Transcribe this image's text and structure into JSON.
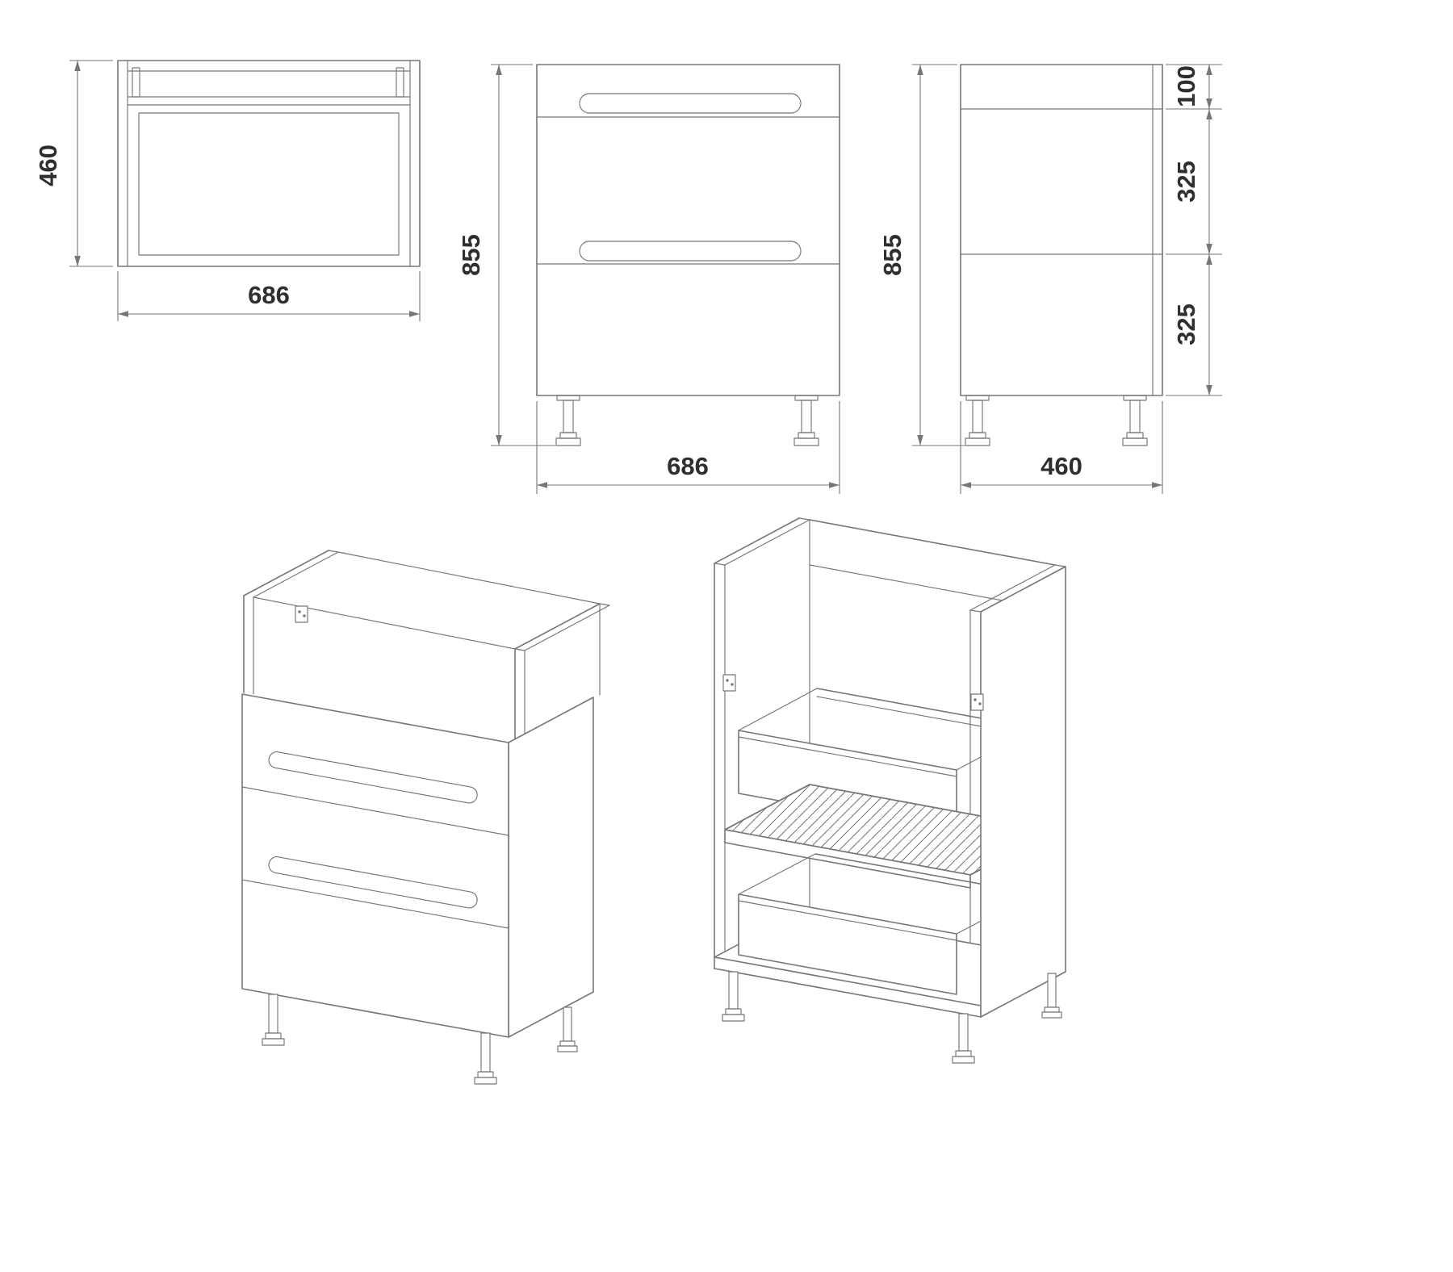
{
  "drawing": {
    "views": {
      "top": {
        "width_mm": "686",
        "depth_mm": "460"
      },
      "front": {
        "width_mm": "686",
        "height_mm": "855"
      },
      "side": {
        "depth_mm": "460",
        "height_mm": "855",
        "segments": {
          "top_mm": "100",
          "middle_mm": "325",
          "bottom_mm": "325"
        }
      }
    },
    "colors": {
      "line": "#767676",
      "dimension": "#767676",
      "text": "#2f2f2f",
      "background": "#ffffff"
    }
  }
}
